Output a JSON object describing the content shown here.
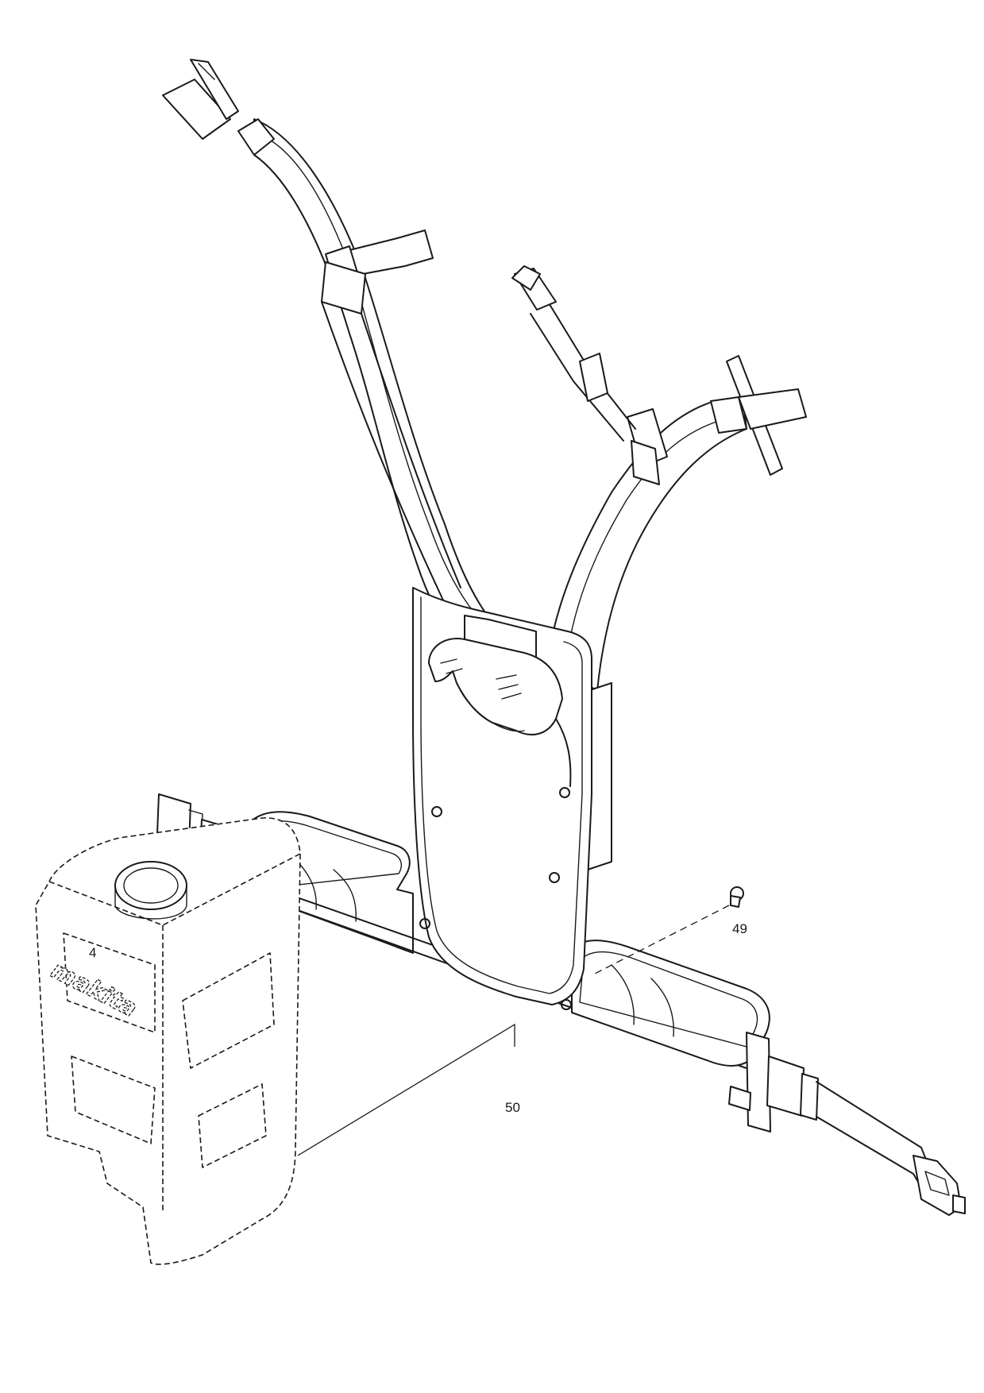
{
  "callouts": [
    {
      "label": "49"
    },
    {
      "label": "50"
    }
  ],
  "tank_marking": "4",
  "tank_logo": "makita",
  "colors": {
    "line": "#1a1a1a",
    "background": "#ffffff"
  }
}
